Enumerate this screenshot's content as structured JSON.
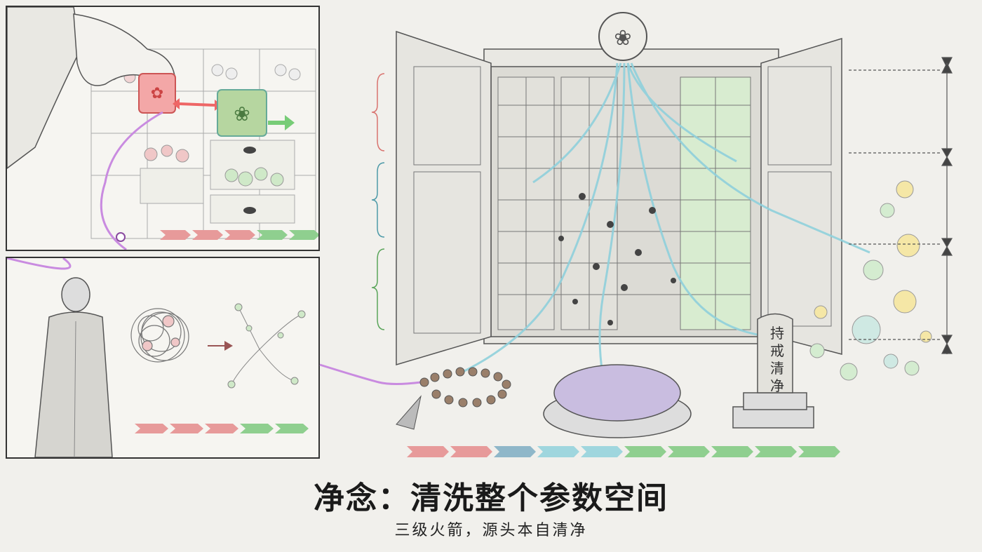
{
  "title": "净念：清洗整个参数空间",
  "subtitle": "三级火箭，源头本自清净",
  "stele": {
    "chars": [
      "持",
      "戒",
      "清",
      "净"
    ]
  },
  "icons": [
    "hand-icon",
    "red-lotus-block-icon",
    "green-lotus-block-icon",
    "monk-icon",
    "tangle-icon",
    "sparse-network-icon",
    "cabinet-icon",
    "lotus-emblem-icon",
    "water-stream-icon",
    "prayer-beads-icon",
    "meditation-cushion-icon",
    "stele-icon",
    "bubble-icon",
    "dimension-ruler-icon"
  ],
  "colors": {
    "red": "#e79a9a",
    "blue": "#8fb7c9",
    "cyan": "#9fd6de",
    "green": "#8fcf8f",
    "purple": "#c98be0",
    "background": "#f1f0ec"
  },
  "progress_bars": {
    "top_panel": [
      "red",
      "red",
      "red",
      "green",
      "green"
    ],
    "bottom_panel": [
      "red",
      "red",
      "red",
      "green",
      "green"
    ],
    "main": [
      "red",
      "red",
      "blue",
      "cyan",
      "cyan",
      "green",
      "green",
      "green",
      "green",
      "green"
    ]
  },
  "brackets": [
    "red",
    "blue",
    "green"
  ]
}
